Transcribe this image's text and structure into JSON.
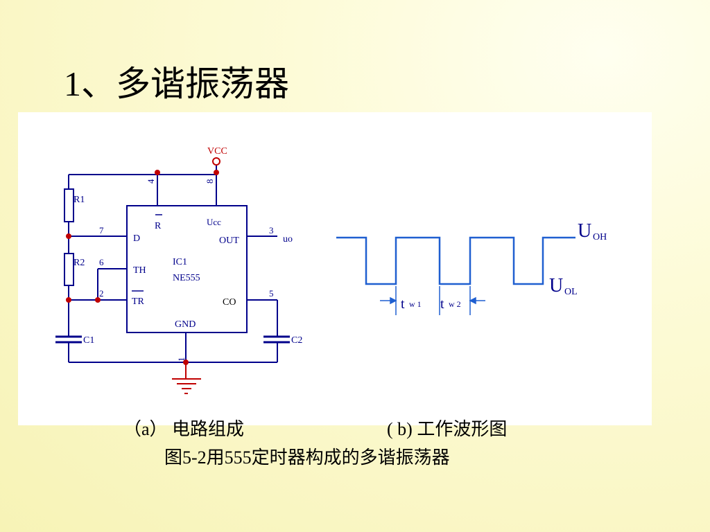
{
  "slide": {
    "title": "1、多谐振荡器"
  },
  "circuit": {
    "supply_label": "VCC",
    "pin_top_left": "4",
    "pin_top_right": "8",
    "r1": "R1",
    "r2": "R2",
    "c1": "C1",
    "c2": "C2",
    "pin7": "7",
    "pin6": "6",
    "pin2": "2",
    "pin3": "3",
    "pin5": "5",
    "pin1": "1",
    "chip": {
      "reset": "R",
      "ucc": "Ucc",
      "d": "D",
      "out": "OUT",
      "th": "TH",
      "tr": "TR",
      "name": "IC1",
      "part": "NE555",
      "co": "CO",
      "gnd": "GND"
    },
    "output_label": "uo"
  },
  "waveform": {
    "high_label": "U",
    "high_sub": "OH",
    "low_label": "U",
    "low_sub": "OL",
    "tw1_label": "t",
    "tw1_sub": "w 1",
    "tw2_label": "t",
    "tw2_sub": "w 2"
  },
  "captions": {
    "a": "（a） 电路组成",
    "b": "( b) 工作波形图",
    "figure": "图5-2用555定时器构成的多谐振荡器"
  },
  "colors": {
    "wire": "#00008b",
    "node": "#c00000",
    "ground": "#c00000",
    "wave": "#1f5fd0"
  }
}
